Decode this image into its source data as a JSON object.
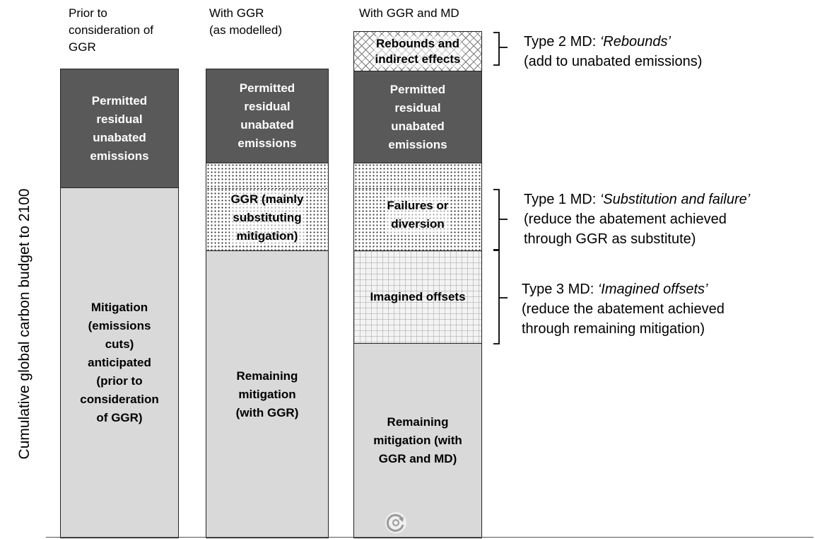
{
  "y_axis_label": "Cumulative global carbon budget to 2100",
  "columns": [
    {
      "header": "Prior to\nconsideration of\nGGR",
      "segments": [
        {
          "label": "Permitted\nresidual\nunabated\nemissions",
          "style": "dark"
        },
        {
          "label": "Mitigation\n(emissions\ncuts)\nanticipated\n(prior to\nconsideration\nof GGR)",
          "style": "light"
        }
      ]
    },
    {
      "header": "With GGR\n(as modelled)",
      "segments": [
        {
          "label": "Permitted\nresidual\nunabated\nemissions",
          "style": "dark"
        },
        {
          "label": "GGR (mainly\nsubstituting\nmitigation)",
          "style": "dotted"
        },
        {
          "label": "Remaining\nmitigation\n(with GGR)",
          "style": "light"
        }
      ]
    },
    {
      "header": "With GGR and MD",
      "segments": [
        {
          "label": "Rebounds and\nindirect effects",
          "style": "crosshatch"
        },
        {
          "label": "Permitted\nresidual\nunabated\nemissions",
          "style": "dark"
        },
        {
          "label": "Failures or\ndiversion",
          "style": "dotted"
        },
        {
          "label": "Imagined offsets",
          "style": "grid"
        },
        {
          "label": "Remaining\nmitigation (with\nGGR and MD)",
          "style": "light"
        }
      ]
    }
  ],
  "annotations": [
    {
      "prefix": "Type 2 MD: ",
      "name": "‘Rebounds’",
      "description": "(add to unabated emissions)"
    },
    {
      "prefix": "Type 1 MD: ",
      "name": "‘Substitution and failure’",
      "description": "(reduce the abatement achieved\nthrough GGR as substitute)"
    },
    {
      "prefix": "Type 3 MD: ",
      "name": "‘Imagined offsets’",
      "description": "(reduce the abatement achieved\nthrough remaining mitigation)"
    }
  ],
  "icons": {
    "refresh": "refresh-icon"
  }
}
